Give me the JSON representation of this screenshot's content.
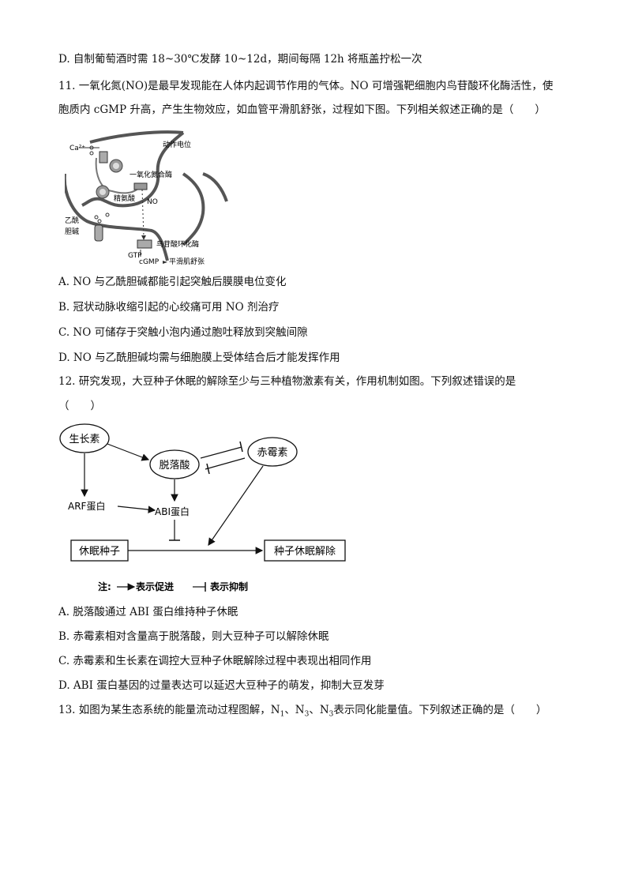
{
  "q10": {
    "option_d": "D. 自制葡萄酒时需 18~30℃发酵 10~12d，期间每隔 12h 将瓶盖拧松一次"
  },
  "q11": {
    "stem_line1": "11. 一氧化氮(NO)是最早发现能在人体内起调节作用的气体。NO 可增强靶细胞内鸟苷酸环化酶活性，使",
    "stem_line2": "胞质内 cGMP 升高，产生生物效应，如血管平滑肌舒张，过程如下图。下列相关叙述正确的是（　　）",
    "figure": {
      "ca_label": "Ca²⁺",
      "action_potential": "动作电位",
      "nos_label": "一氧化氮合酶",
      "arginine_label": "精氨酸",
      "no_label": "NO",
      "ach_label_1": "乙酰",
      "ach_label_2": "胆碱",
      "gc_label": "鸟苷酸环化酶",
      "gtp_label": "GTP",
      "cgmp_label": "cGMP",
      "relax_label": "平滑肌舒张"
    },
    "options": [
      "A. NO 与乙酰胆碱都能引起突触后膜膜电位变化",
      "B. 冠状动脉收缩引起的心绞痛可用 NO 剂治疗",
      "C. NO 可储存于突触小泡内通过胞吐释放到突触间隙",
      "D. NO 与乙酰胆碱均需与细胞膜上受体结合后才能发挥作用"
    ]
  },
  "q12": {
    "stem_line1": "12. 研究发现，大豆种子休眠的解除至少与三种植物激素有关，作用机制如图。下列叙述错误的是",
    "stem_line2": "（　　）",
    "figure": {
      "auxin": "生长素",
      "aba": "脱落酸",
      "ga": "赤霉素",
      "arf": "ARF蛋白",
      "abi": "ABI蛋白",
      "dormant_seed": "休眠种子",
      "release": "种子休眠解除",
      "note_prefix": "注:",
      "note_promote": "表示促进",
      "note_inhibit": "表示抑制"
    },
    "options": [
      "A. 脱落酸通过 ABI 蛋白维持种子休眠",
      "B. 赤霉素相对含量高于脱落酸，则大豆种子可以解除休眠",
      "C. 赤霉素和生长素在调控大豆种子休眠解除过程中表现出相同作用",
      "D. ABI 蛋白基因的过量表达可以延迟大豆种子的萌发，抑制大豆发芽"
    ]
  },
  "q13": {
    "stem_prefix": "13. 如图为某生态系统的能量流动过程图解，N",
    "sub1": "1",
    "sep1": "、N",
    "sub2": "3",
    "sep2": "、N",
    "sub3": "3",
    "stem_suffix": "表示同化能量值。下列叙述正确的是（　　）"
  }
}
